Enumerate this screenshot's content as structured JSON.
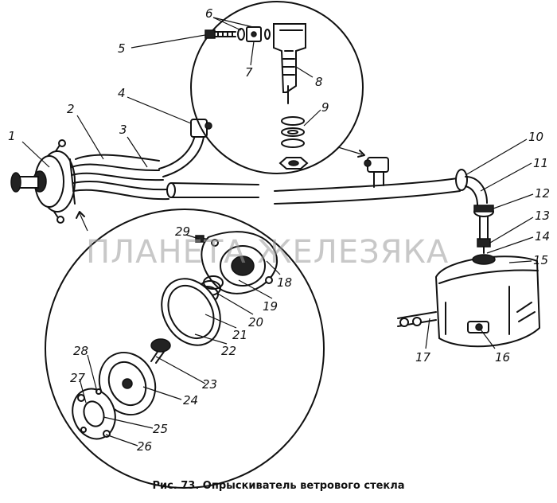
{
  "figure": {
    "caption": "Рис. 73. Опрыскиватель ветрового стекла",
    "watermark": "ПЛАНЕТА ЖЕЛЕЗЯКА"
  },
  "callouts": [
    "1",
    "2",
    "3",
    "4",
    "5",
    "6",
    "7",
    "8",
    "9",
    "10",
    "11",
    "12",
    "13",
    "14",
    "15",
    "16",
    "17",
    "18",
    "19",
    "20",
    "21",
    "22",
    "23",
    "24",
    "25",
    "26",
    "27",
    "28",
    "29"
  ],
  "colors": {
    "ink": "#111111",
    "paper": "#ffffff",
    "watermark": "#9a9a9a"
  }
}
